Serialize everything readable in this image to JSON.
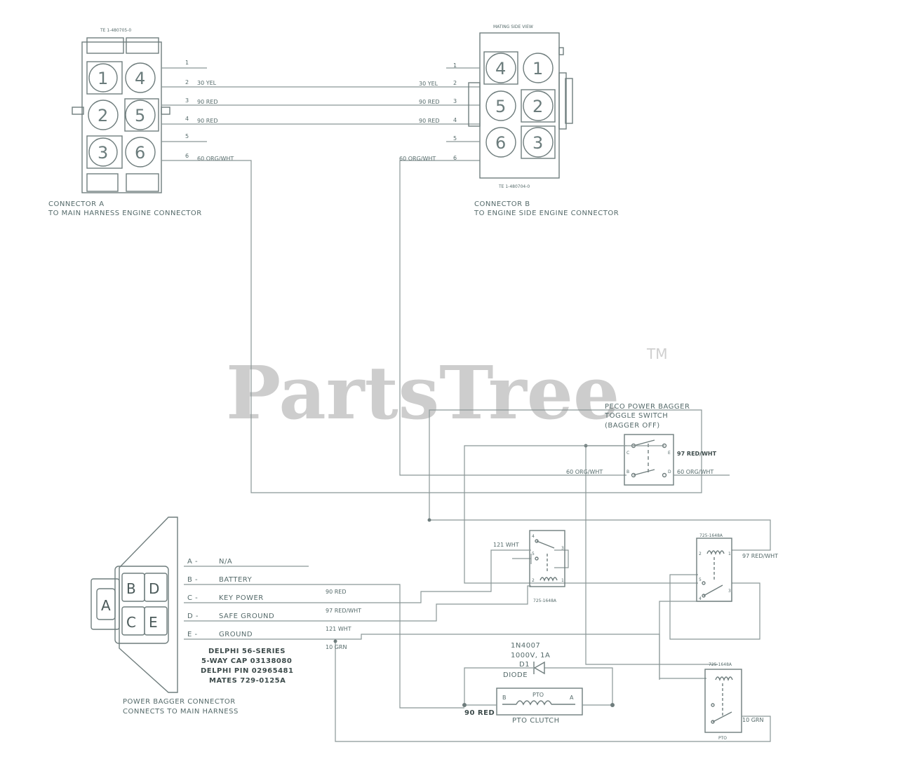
{
  "watermark": "PartsTree",
  "trademark": "TM",
  "connector_a": {
    "part_no": "TE 1-480705-0",
    "pins": [
      "1",
      "4",
      "2",
      "5",
      "3",
      "6"
    ],
    "wire_numbers": [
      "1",
      "2",
      "3",
      "4",
      "5",
      "6"
    ],
    "wires": [
      "30 YEL",
      "90 RED",
      "90 RED",
      "60 ORG/WHT"
    ],
    "caption_line1": "CONNECTOR A",
    "caption_line2": "TO MAIN HARNESS ENGINE CONNECTOR"
  },
  "connector_b": {
    "header": "MATING SIDE VIEW",
    "part_no": "TE 1-480704-0",
    "pins": [
      "4",
      "1",
      "5",
      "2",
      "6",
      "3"
    ],
    "wire_numbers": [
      "1",
      "2",
      "3",
      "4",
      "5",
      "6"
    ],
    "wires": [
      "30 YEL",
      "90 RED",
      "90 RED",
      "60 ORG/WHT"
    ],
    "caption_line1": "CONNECTOR B",
    "caption_line2": "TO ENGINE SIDE ENGINE CONNECTOR"
  },
  "toggle_switch": {
    "title_line1": "PECO POWER BAGGER",
    "title_line2": "TOGGLE SWITCH",
    "title_line3": "(BAGGER OFF)",
    "pins": [
      "C",
      "E",
      "B",
      "D"
    ],
    "right_top": "97 RED/WHT",
    "left_bottom": "60 ORG/WHT",
    "right_bottom": "60 ORG/WHT"
  },
  "relays": {
    "part_no": "725-1648A",
    "relay1_wire": "121 WHT",
    "relay2_wire": "97 RED/WHT",
    "pto_label": "PTO",
    "pto_wire": "10 GRN",
    "pins": [
      "4",
      "5",
      "3",
      "2",
      "1"
    ]
  },
  "power_bagger_connector": {
    "cavities": [
      "A",
      "B",
      "D",
      "C",
      "E"
    ],
    "pin_letters": [
      "A -",
      "B -",
      "C -",
      "D -",
      "E -"
    ],
    "functions": [
      "N/A",
      "BATTERY",
      "KEY POWER",
      "SAFE GROUND",
      "GROUND"
    ],
    "wires": [
      "90 RED",
      "97 RED/WHT",
      "121 WHT",
      "10 GRN"
    ],
    "spec_line1": "DELPHI 56-SERIES",
    "spec_line2": "5-WAY CAP 03138080",
    "spec_line3": "DELPHI PIN 02965481",
    "spec_line4": "MATES 729-0125A",
    "caption_line1": "POWER BAGGER CONNECTOR",
    "caption_line2": "CONNECTS TO MAIN HARNESS"
  },
  "diode": {
    "line1": "1N4007",
    "line2": "1000V, 1A",
    "ref": "D1",
    "name": "DIODE"
  },
  "pto_clutch": {
    "wire": "90 RED",
    "pin_b": "B",
    "pin_a": "A",
    "coil_label": "PTO",
    "name": "PTO CLUTCH"
  }
}
